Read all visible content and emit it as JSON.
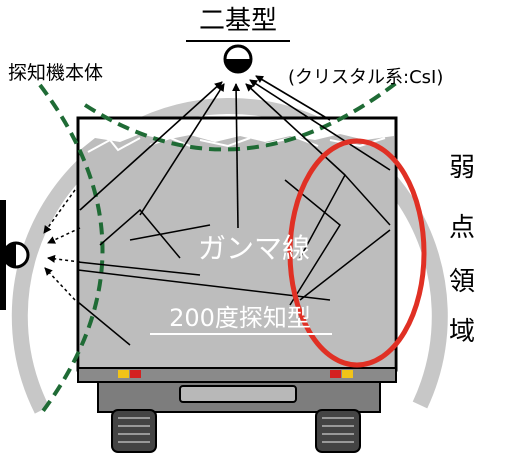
{
  "labels": {
    "top_title": "二基型",
    "detector_body": "探知機本体",
    "crystal": "(クリスタル系:CsI)",
    "gamma": "ガンマ線",
    "type200": "200度探知型",
    "weak_chars": [
      "弱",
      "点",
      "領",
      "域"
    ]
  },
  "colors": {
    "weak_region_ellipse": "#e03024",
    "dashed_coverage": "#1f6b35",
    "gray_arc": "#c7c7c7",
    "cargo_fill": "#bdbdbd",
    "truck_body": "#7d7d7d",
    "tail_light_red": "#d42020",
    "tail_light_yellow": "#f2c418"
  }
}
